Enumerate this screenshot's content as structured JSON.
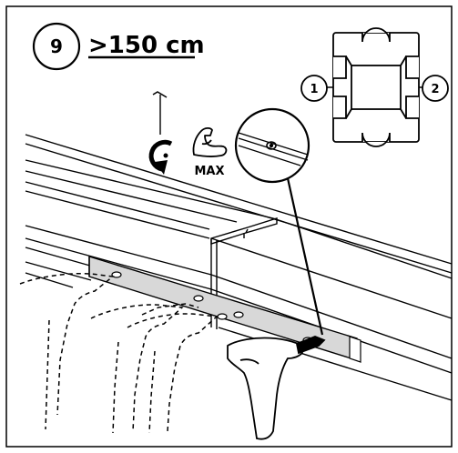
{
  "step": {
    "number": "9",
    "length_label": ">150 cm"
  },
  "torque": {
    "label": "MAX"
  },
  "profile": {
    "side_left": "1",
    "side_right": "2"
  },
  "colors": {
    "line": "#000000",
    "plate_fill": "#d8d8d8",
    "hand_fill": "#ffffff",
    "background": "#ffffff"
  },
  "icons": [
    "allen-key-icon",
    "rotate-clockwise-icon",
    "flexed-arm-icon"
  ]
}
